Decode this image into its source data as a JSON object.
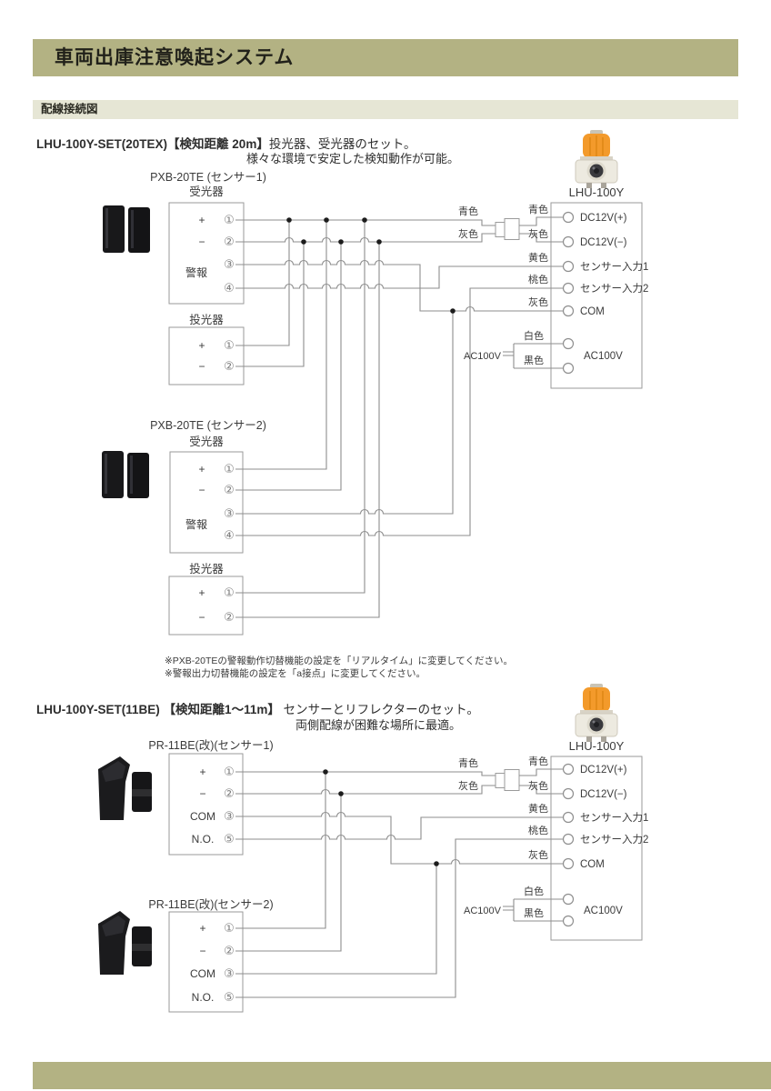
{
  "header": {
    "title": "車両出庫注意喚起システム"
  },
  "section": {
    "label": "配線接続図"
  },
  "common": {
    "device": "LHU-100Y",
    "terminals": {
      "dc_plus": "DC12V(+)",
      "dc_minus": "DC12V(−)",
      "in1": "センサー入力1",
      "in2": "センサー入力2",
      "com": "COM",
      "ac": "AC100V"
    },
    "colors": {
      "blue": "青色",
      "gray": "灰色",
      "yellow": "黄色",
      "pink": "桃色",
      "white": "白色",
      "black": "黒色"
    },
    "ac_source": "AC100V",
    "plus": "+",
    "minus": "−",
    "n1": "①",
    "n2": "②",
    "n3": "③",
    "n4": "④",
    "n5": "⑤"
  },
  "diagram1": {
    "model": "LHU-100Y-SET(20TEX)",
    "range": "【検知距離 20m】",
    "desc1": "投光器、受光器のセット。",
    "desc2": "様々な環境で安定した検知動作が可能。",
    "sensor1": "PXB-20TE (センサー1)",
    "sensor2": "PXB-20TE (センサー2)",
    "receiver": "受光器",
    "transmitter": "投光器",
    "alarm": "警報"
  },
  "notes": {
    "line1": "※PXB-20TEの警報動作切替機能の設定を「リアルタイム」に変更してください。",
    "line2": "※警報出力切替機能の設定を「a接点」に変更してください。"
  },
  "diagram2": {
    "model": "LHU-100Y-SET(11BE)",
    "range": "【検知距離1～11m】",
    "desc1": "センサーとリフレクターのセット。",
    "desc2": "両側配線が困難な場所に最適。",
    "sensor1": "PR-11BE(改)(センサー1)",
    "sensor2": "PR-11BE(改)(センサー2)",
    "com": "COM",
    "no": "N.O."
  }
}
